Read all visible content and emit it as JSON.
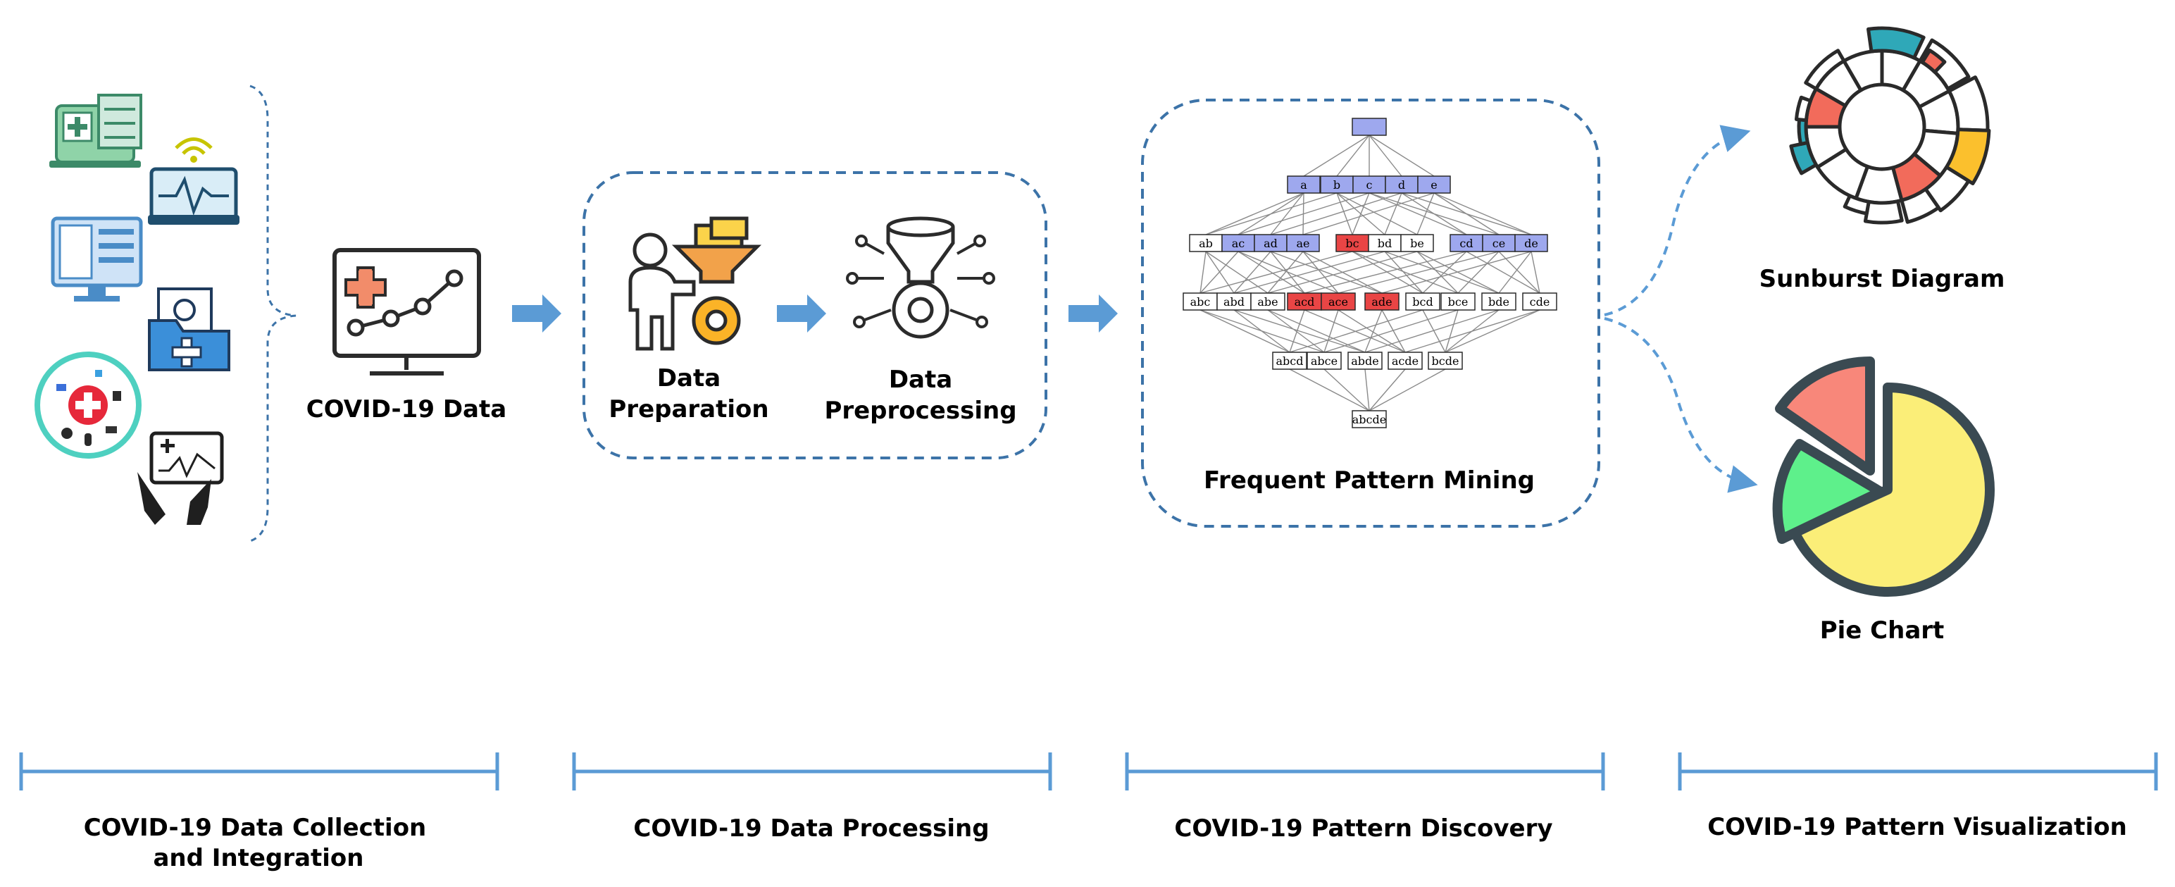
{
  "labels": {
    "covid_data": "COVID-19 Data",
    "data_prep_1": "Data",
    "data_prep_2": "Preparation",
    "data_preproc_1": "Data",
    "data_preproc_2": "Preprocessing",
    "fpm": "Frequent Pattern Mining",
    "sunburst": "Sunburst Diagram",
    "pie": "Pie Chart"
  },
  "stages": {
    "collection_1": "COVID-19 Data Collection",
    "collection_2": "and Integration",
    "processing": "COVID-19 Data Processing",
    "discovery": "COVID-19 Pattern Discovery",
    "visualization": "COVID-19 Pattern Visualization"
  },
  "lattice": {
    "level1": [
      "a",
      "b",
      "c",
      "d",
      "e"
    ],
    "level2": [
      "ab",
      "ac",
      "ad",
      "ae",
      "bc",
      "bd",
      "be",
      "cd",
      "ce",
      "de"
    ],
    "level3": [
      "abc",
      "abd",
      "abe",
      "acd",
      "ace",
      "ade",
      "bcd",
      "bce",
      "bde",
      "cde"
    ],
    "level4": [
      "abcd",
      "abce",
      "abde",
      "acde",
      "bcde"
    ],
    "level5": [
      "abcde"
    ]
  },
  "colors": {
    "blue_node": "#9ea8ee",
    "red_node": "#e94545",
    "arrow": "#5b9bd5",
    "dash": "#3c73a8",
    "pie_yellow": "#fbee78",
    "pie_green": "#5ef08b",
    "pie_salmon": "#f8877a",
    "sun_teal": "#2fa8b8",
    "sun_orange": "#fbc02d",
    "sun_salmon": "#f26b5b"
  }
}
